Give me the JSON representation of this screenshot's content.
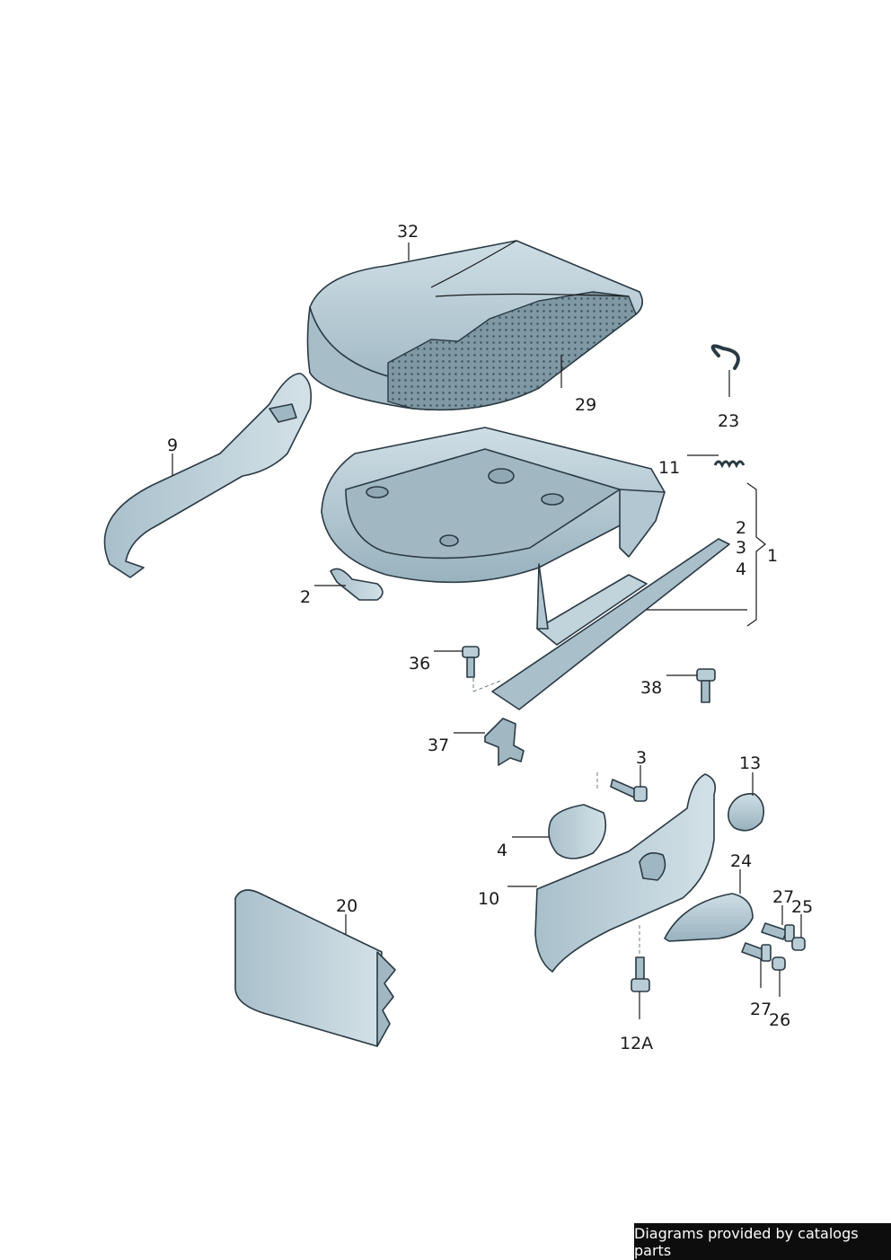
{
  "callouts": {
    "c32": "32",
    "c29": "29",
    "c23": "23",
    "c9": "9",
    "c11": "11",
    "c2a": "2",
    "c3a": "3",
    "c4a": "4",
    "c1": "1",
    "c2b": "2",
    "c36": "36",
    "c38": "38",
    "c37": "37",
    "c3b": "3",
    "c13": "13",
    "c4b": "4",
    "c24": "24",
    "c10": "10",
    "c27a": "27",
    "c25": "25",
    "c20": "20",
    "c27b": "27",
    "c26": "26",
    "c12A": "12A"
  },
  "footer": {
    "text": "Diagrams provided by catalogs parts"
  },
  "colors": {
    "part_fill": "#b9cdd6",
    "part_shadow": "#8fa8b4",
    "dotted_fill": "#7f98a3",
    "outline": "#2a3a44"
  }
}
